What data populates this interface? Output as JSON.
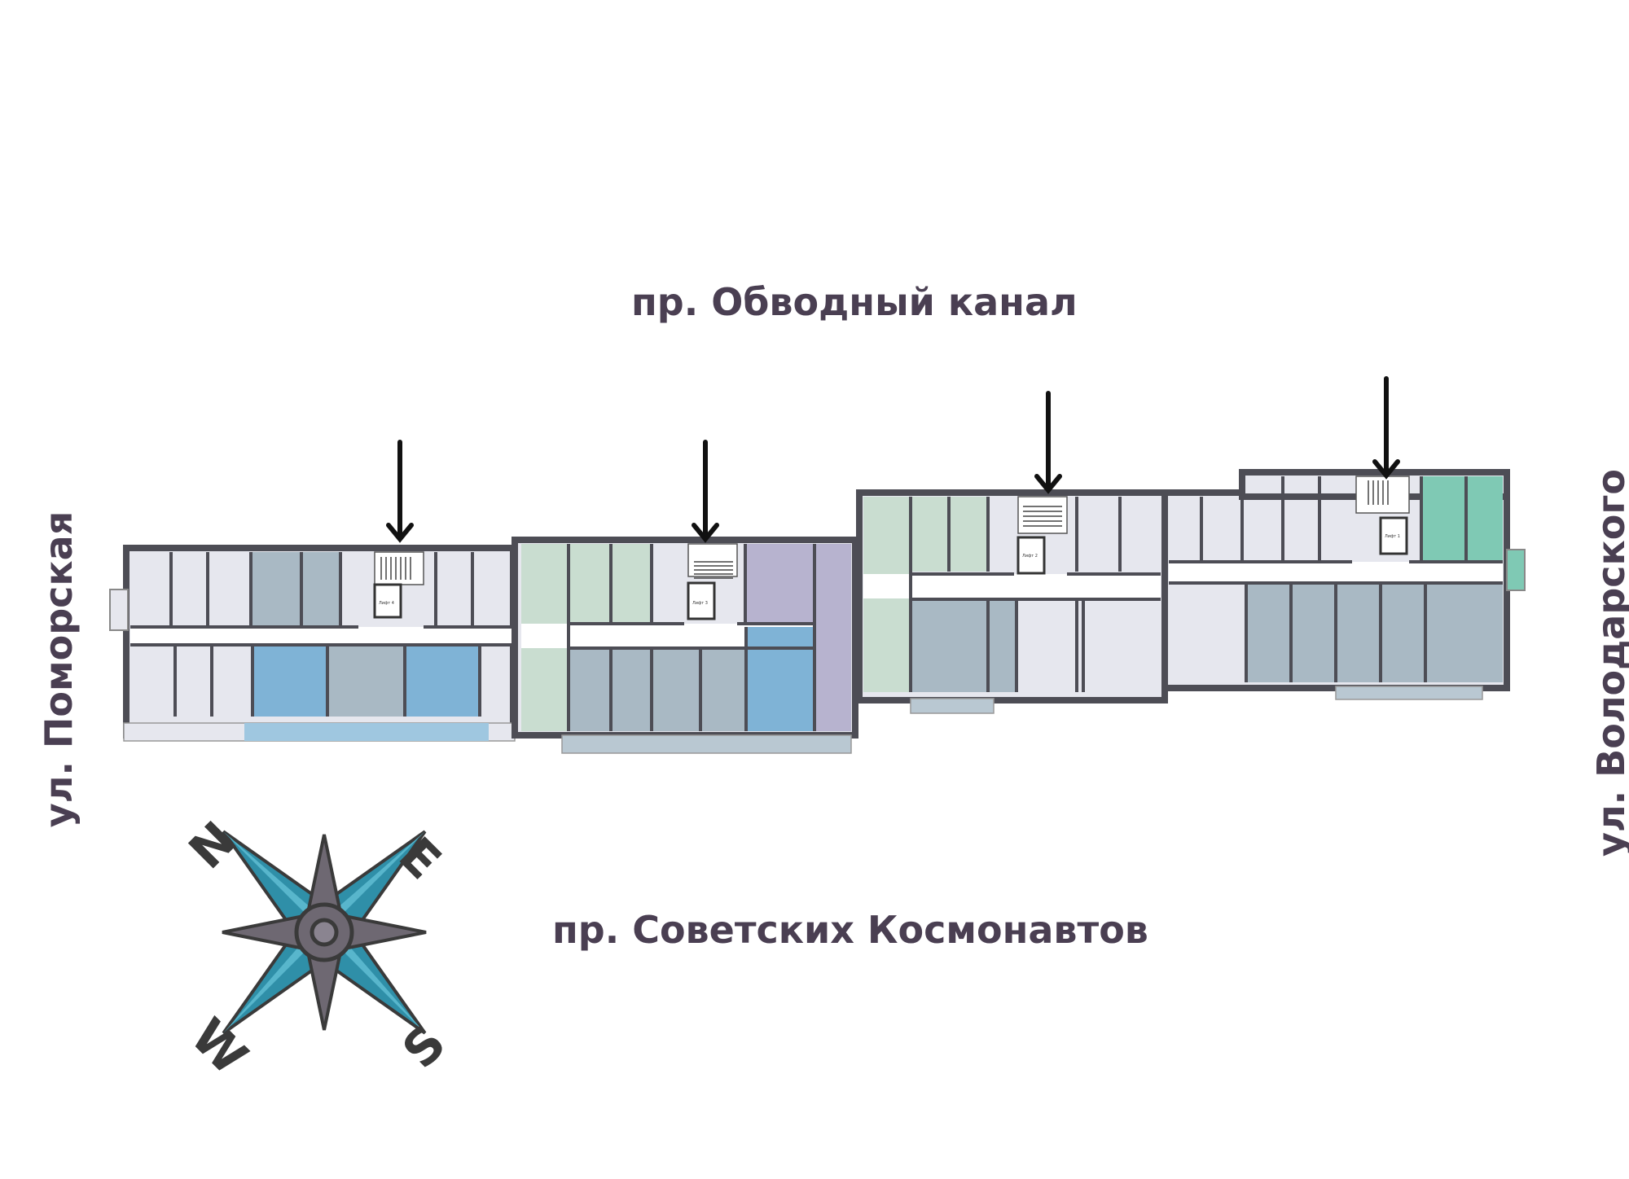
{
  "streets": {
    "top": "пр. Обводный канал",
    "bottom": "пр. Советских Космонавтов",
    "left": "ул. Поморская",
    "right": "ул. Володарского"
  },
  "entrances": [
    {
      "label": "Лифт 4"
    },
    {
      "label": "Лифт 3"
    },
    {
      "label": "Лифт 2"
    },
    {
      "label": "Лифт 1"
    }
  ],
  "compass": {
    "north": "N",
    "east": "E",
    "south": "S",
    "west": "W"
  },
  "colors": {
    "street_text": "#4a3f52",
    "wall": "#4d4d55",
    "room_light": "#e6e7ee",
    "apt_blue": "#7fb3d6",
    "apt_slate": "#a9b9c4",
    "apt_green": "#c9ddd0",
    "apt_mint": "#7fc9b4",
    "apt_purple": "#b7b3cf",
    "compass_teal": "#2f8fa8",
    "compass_gray": "#6e6872"
  }
}
